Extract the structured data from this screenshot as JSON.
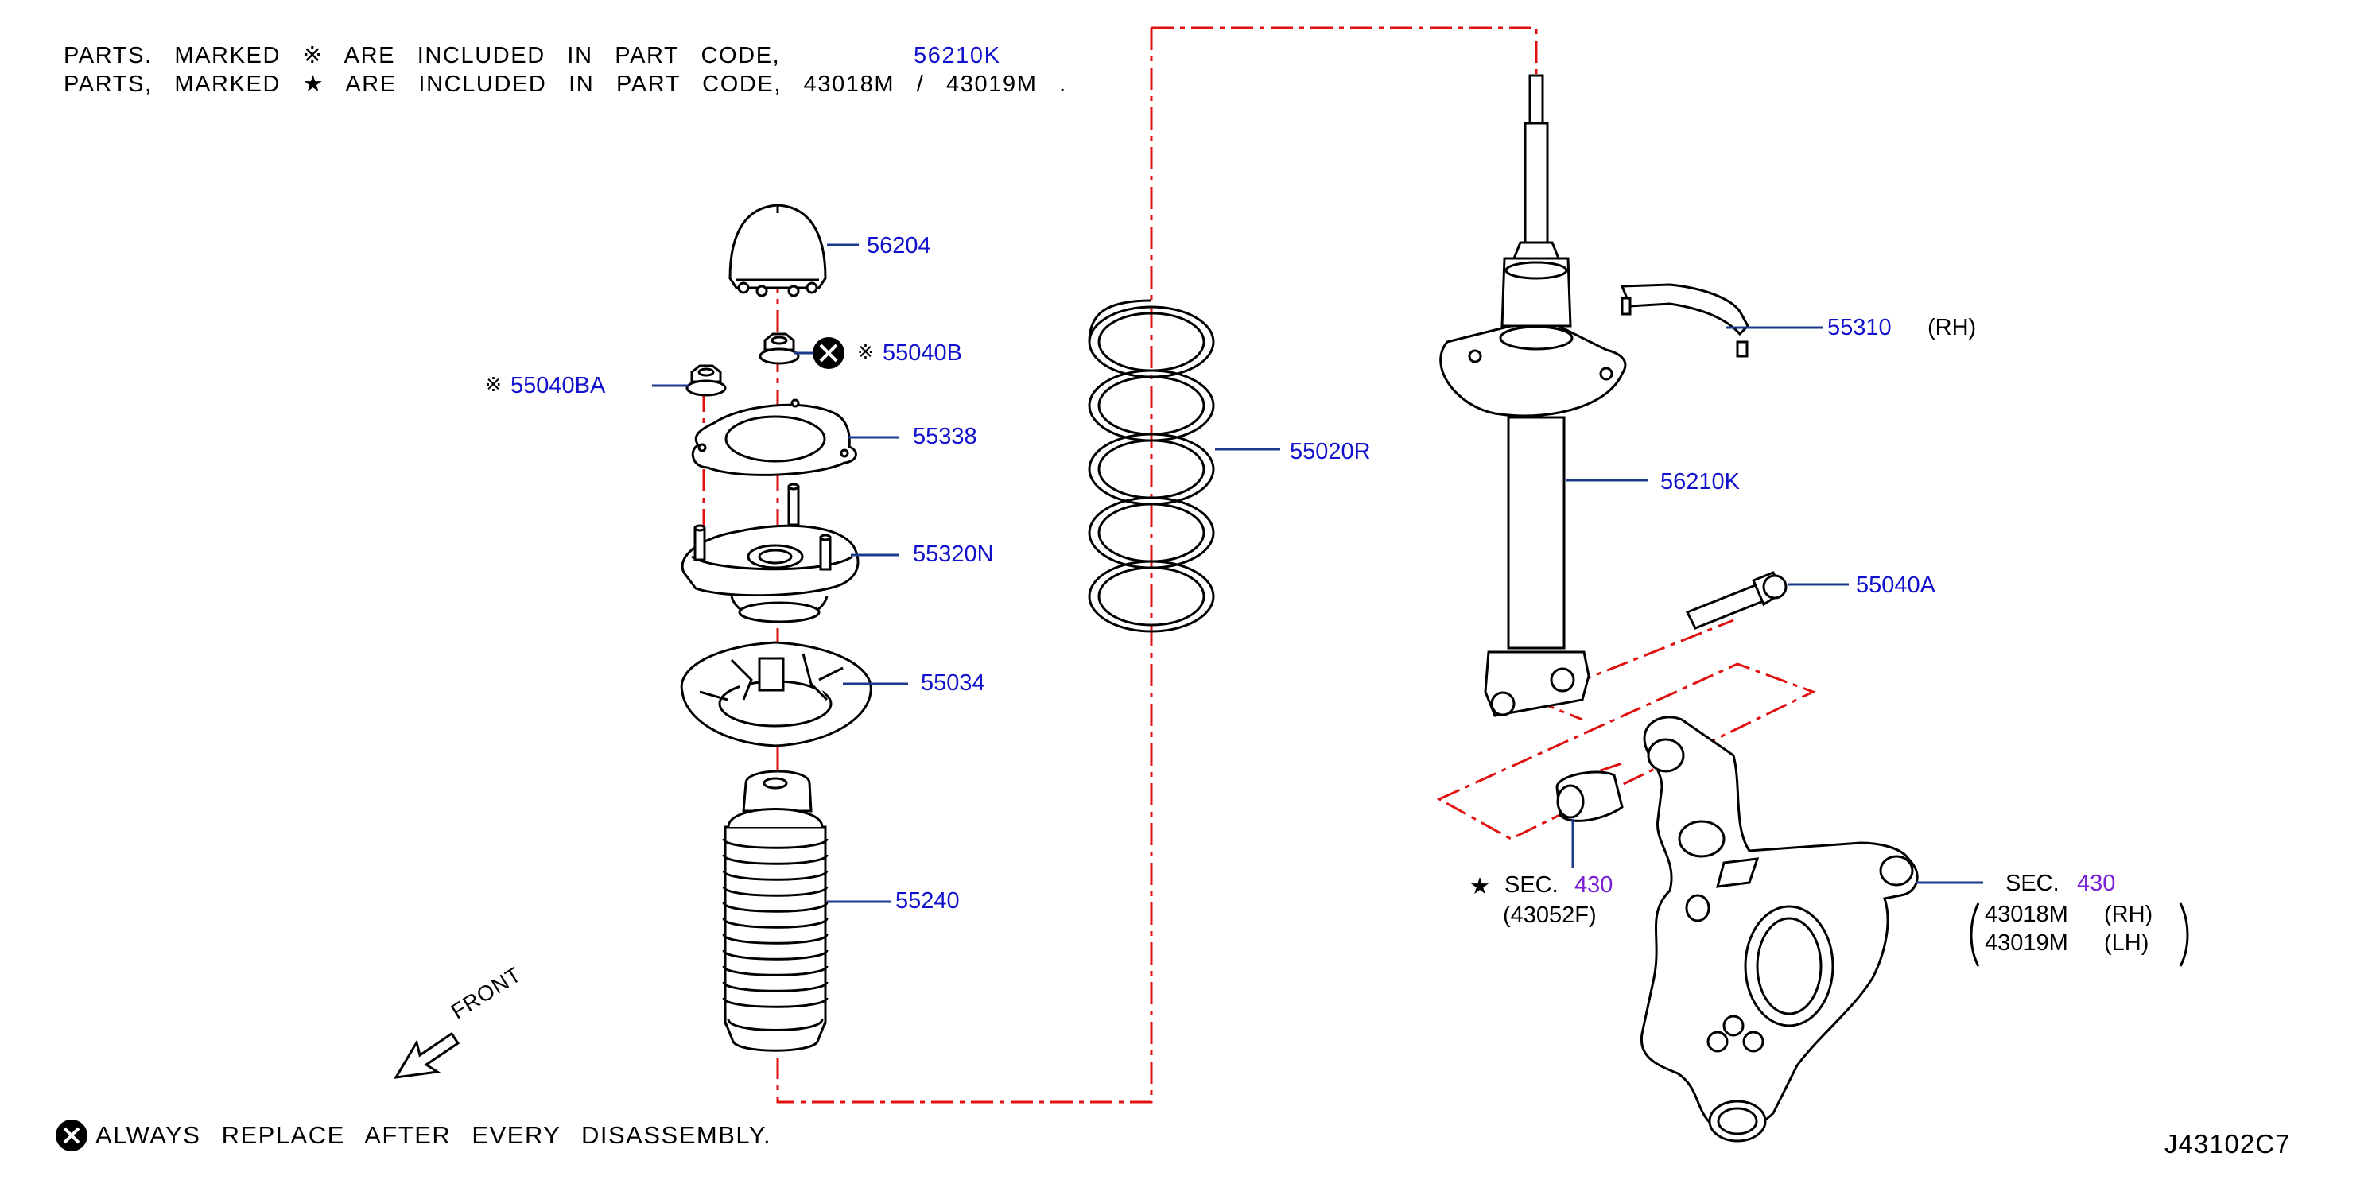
{
  "notes": {
    "line1_prefix": "PARTS.  MARKED",
    "line1_symbol": "※",
    "line1_text": "ARE  INCLUDED  IN  PART  CODE,",
    "line1_code": "56210K",
    "line2_prefix": "PARTS,  MARKED",
    "line2_symbol": "★",
    "line2_text": "ARE  INCLUDED  IN  PART  CODE,  43018M  /  43019M  ."
  },
  "callouts": {
    "p56204": "56204",
    "p55040b_mark": "※",
    "p55040b": "55040B",
    "p55040ba_mark": "※",
    "p55040ba": "55040BA",
    "p55338": "55338",
    "p55320n": "55320N",
    "p55034": "55034",
    "p55240": "55240",
    "p55020r": "55020R",
    "p55310": "55310",
    "p55310_side": "(RH)",
    "p56210k": "56210K",
    "p55040a": "55040A",
    "sec_left_mark": "★",
    "sec_left_label": "SEC.",
    "sec_left_num": "430",
    "sec_left_sub": "(43052F)",
    "sec_right_label": "SEC.",
    "sec_right_num": "430",
    "rh_code": "43018M",
    "rh_side": "(RH)",
    "lh_code": "43019M",
    "lh_side": "(LH)"
  },
  "front_label": "FRONT",
  "footer": "ALWAYS  REPLACE  AFTER  EVERY  DISASSEMBLY.",
  "diagram_id": "J43102C7",
  "colors": {
    "callout_text": "#1111cc",
    "section_number": "#7a1fd6",
    "leader_line": "#1a3a8a",
    "center_line": "#e01010",
    "outline": "#000000"
  }
}
